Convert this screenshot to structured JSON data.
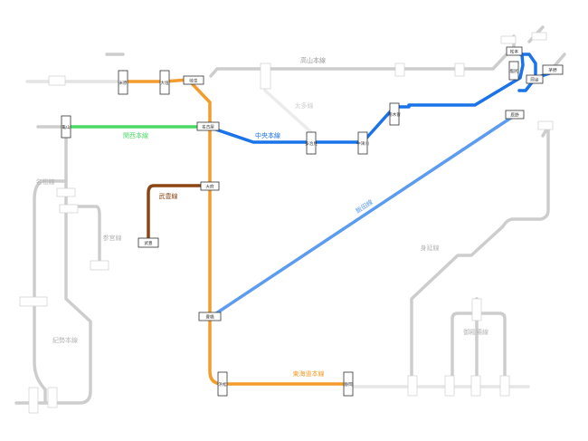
{
  "colors": {
    "gray": "#c8c8c8",
    "lightgray": "#e2e2e2",
    "faint": "#efefef",
    "orange": "#f39c2b",
    "green": "#4cd964",
    "blue": "#1a73e8",
    "lightblue": "#5b9cf0",
    "brown": "#8b4513",
    "station_active": "#333333",
    "station_dim": "#c9c9c9"
  },
  "line_labels": {
    "takayama": "高山本線",
    "taita": "太多線",
    "kansai": "関西本線",
    "chuo": "中央本線",
    "meisho": "名松線",
    "sangu": "参宮線",
    "taketoyo": "武豊線",
    "iida": "飯田線",
    "kisei": "紀勢本線",
    "tokaido": "東海道本線",
    "minobu": "身延線",
    "gotemba": "御殿場線"
  },
  "stations": {
    "maibara": "米原",
    "ogaki": "大垣",
    "gifu": "岐阜",
    "nagoya": "名古屋",
    "kameyama": "亀山",
    "obu": "大府",
    "taketoyo": "武豊",
    "toyohashi": "豊橋",
    "hamamatsu": "浜松",
    "shizuoka": "静岡",
    "tajimi": "多治見",
    "nakatsugawa": "中津川",
    "minamikiso": "南木曽",
    "matsumoto": "松本",
    "shiojiri": "塩尻",
    "okaya": "岡谷",
    "chino": "茅野",
    "tatsuno": "辰野"
  }
}
